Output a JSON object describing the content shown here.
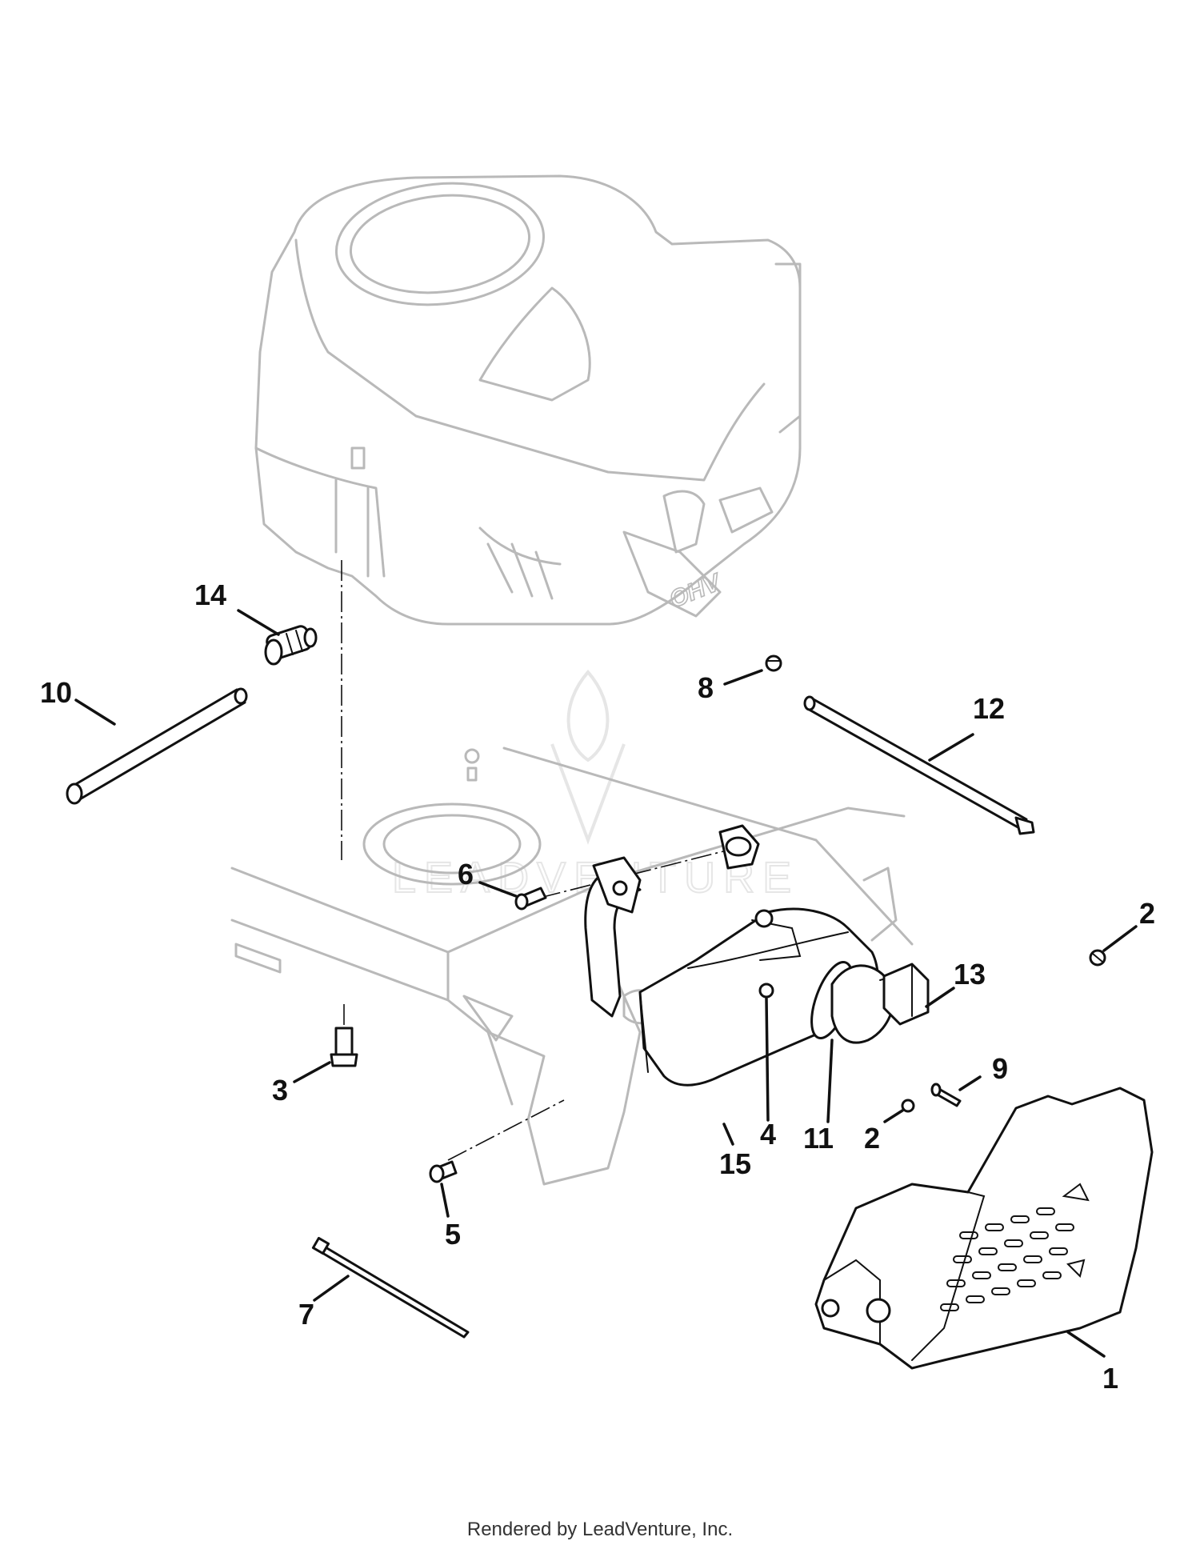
{
  "diagram": {
    "callouts": [
      {
        "id": "1",
        "label": "1"
      },
      {
        "id": "2a",
        "label": "2"
      },
      {
        "id": "2b",
        "label": "2"
      },
      {
        "id": "3",
        "label": "3"
      },
      {
        "id": "4",
        "label": "4"
      },
      {
        "id": "5",
        "label": "5"
      },
      {
        "id": "6",
        "label": "6"
      },
      {
        "id": "7",
        "label": "7"
      },
      {
        "id": "8",
        "label": "8"
      },
      {
        "id": "9",
        "label": "9"
      },
      {
        "id": "10",
        "label": "10"
      },
      {
        "id": "11",
        "label": "11"
      },
      {
        "id": "12",
        "label": "12"
      },
      {
        "id": "13",
        "label": "13"
      },
      {
        "id": "14",
        "label": "14"
      },
      {
        "id": "15",
        "label": "15"
      }
    ],
    "engine_marking": "OHV",
    "watermark_text": "LEADVENTURE"
  },
  "footer": {
    "credit": "Rendered by LeadVenture, Inc."
  },
  "colors": {
    "line": "#111111",
    "ghost_line": "#b9b9b9",
    "watermark": "#e6e6e6",
    "background": "#ffffff"
  }
}
